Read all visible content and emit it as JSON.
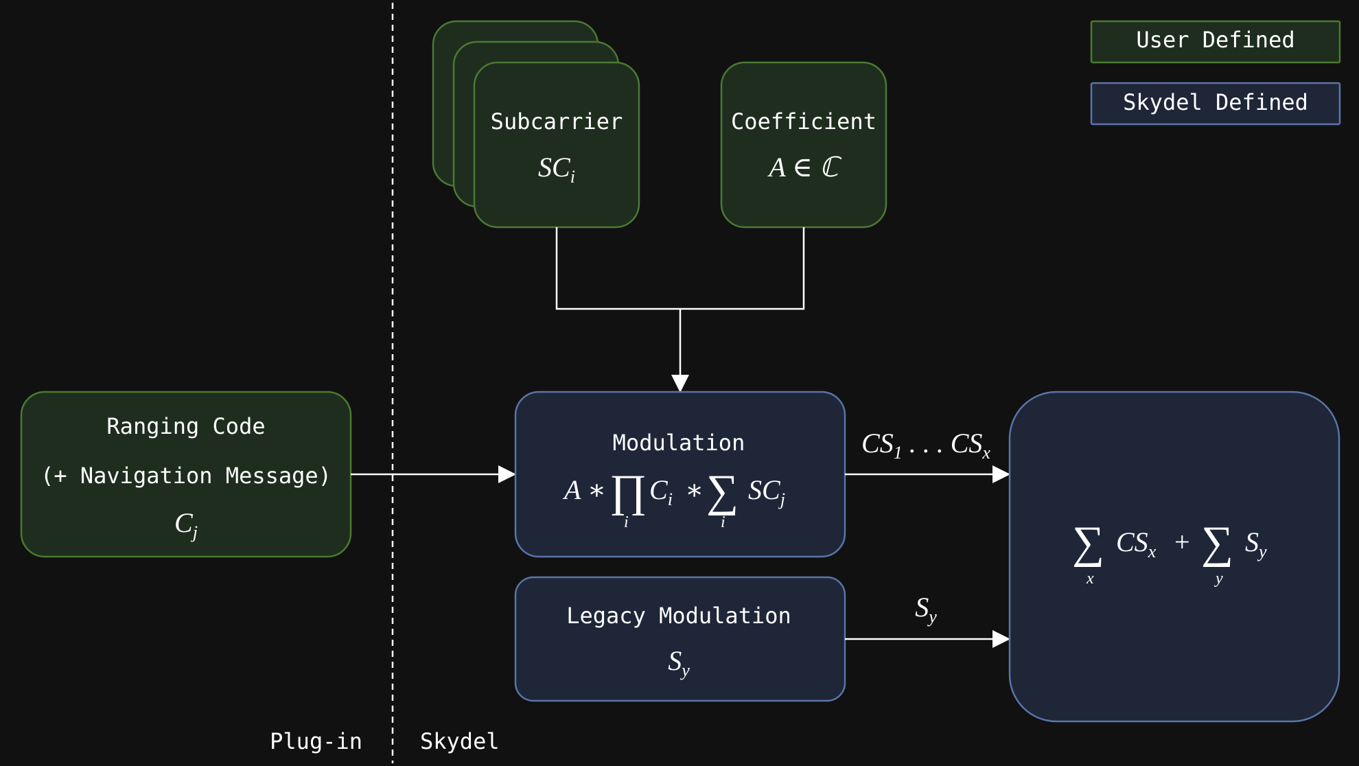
{
  "legend": {
    "user_defined": "User Defined",
    "skydel_defined": "Skydel Defined"
  },
  "colors": {
    "background": "#111111",
    "user_fill": "#1f2d1f",
    "user_border": "#4a7a30",
    "skydel_fill": "#1e2638",
    "skydel_border": "#5a74a8",
    "line": "#ffffff"
  },
  "subcarrier": {
    "title": "Subcarrier",
    "symbol": "SC",
    "symbol_sub": "i"
  },
  "coefficient": {
    "title": "Coefficient",
    "symbol": "A ∈ ℂ"
  },
  "ranging_code": {
    "title": "Ranging Code",
    "subtitle": "(+ Navigation Message)",
    "symbol": "C",
    "symbol_sub": "j"
  },
  "modulation": {
    "title": "Modulation",
    "formula": {
      "a": "A ∗",
      "prod": "∏",
      "prod_idx": "i",
      "c": "C",
      "c_sub": "i",
      "times": "∗",
      "sum": "∑",
      "sum_idx": "i",
      "sc": "SC",
      "sc_sub": "j"
    }
  },
  "legacy_modulation": {
    "title": "Legacy Modulation",
    "symbol": "S",
    "symbol_sub": "y"
  },
  "edge_cs": {
    "cs1": "CS",
    "cs1_sub": "1",
    "dots": " . . . ",
    "csx": "CS",
    "csx_sub": "x"
  },
  "edge_sy": {
    "s": "S",
    "s_sub": "y"
  },
  "output": {
    "sum1": "∑",
    "idx1": "x",
    "cs": "CS",
    "cs_sub": "x",
    "plus": "+",
    "sum2": "∑",
    "idx2": "y",
    "s": "S",
    "s_sub": "y"
  },
  "regions": {
    "plugin": "Plug-in",
    "skydel": "Skydel"
  }
}
